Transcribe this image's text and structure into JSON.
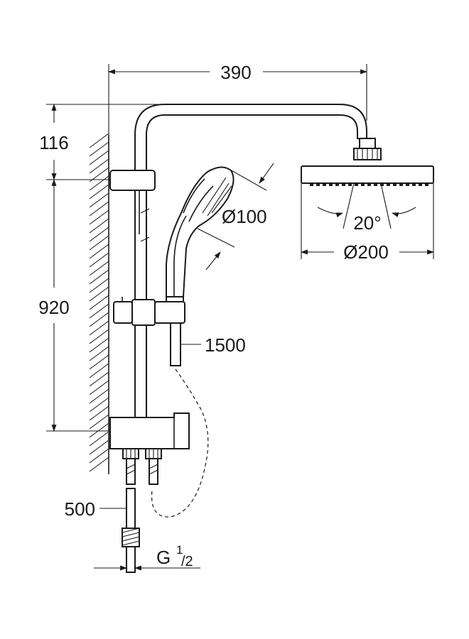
{
  "dimensions": {
    "arm_reach": "390",
    "top_height": "116",
    "rail_height": "920",
    "hand_shower_diameter": "Ø100",
    "head_shower_diameter": "Ø200",
    "spray_angle": "20°",
    "hose_length": "1500",
    "lower_hose_length": "500",
    "thread_main": "G",
    "thread_numerator": "1",
    "thread_denominator": "/2"
  }
}
